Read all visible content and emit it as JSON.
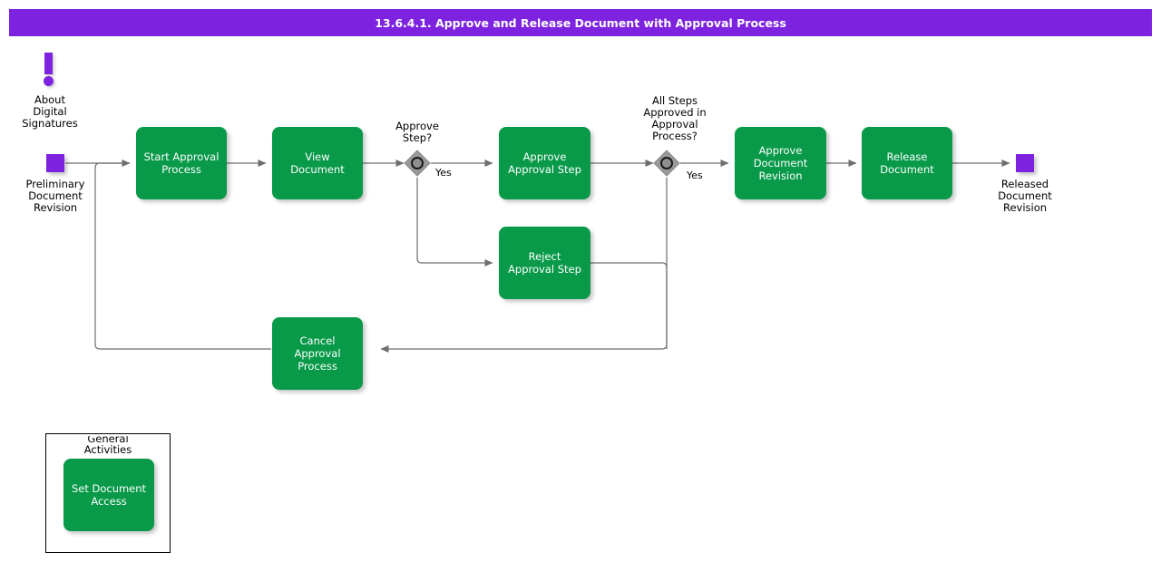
{
  "header": {
    "title": "13.6.4.1. Approve and Release Document with Approval Process",
    "bg_color": "#7d22df",
    "text_color": "#ffffff"
  },
  "colors": {
    "task_green": "#089949",
    "event_purple": "#7d22df",
    "gateway_gray": "#9a9a9a",
    "connector_gray": "#6e6e6e",
    "text_dark": "#000000"
  },
  "annotations": {
    "about_digital_signatures": "About\nDigital\nSignatures",
    "alert_icon_name": "exclamation-icon"
  },
  "events": [
    {
      "id": "preliminary-document-revision",
      "label": "Preliminary\nDocument\nRevision",
      "type": "data-object"
    },
    {
      "id": "released-document-revision",
      "label": "Released\nDocument\nRevision",
      "type": "data-object"
    }
  ],
  "tasks": [
    {
      "id": "start-approval-process",
      "label": "Start Approval\nProcess"
    },
    {
      "id": "view-document",
      "label": "View Document"
    },
    {
      "id": "approve-approval-step",
      "label": "Approve\nApproval Step"
    },
    {
      "id": "reject-approval-step",
      "label": "Reject Approval\nStep"
    },
    {
      "id": "approve-document-revision",
      "label": "Approve\nDocument\nRevision"
    },
    {
      "id": "release-document",
      "label": "Release\nDocument"
    },
    {
      "id": "cancel-approval-process",
      "label": "Cancel Approval\nProcess"
    }
  ],
  "gateways": [
    {
      "id": "approve-step-gateway",
      "label": "Approve\nStep?",
      "yes_label": "Yes"
    },
    {
      "id": "all-steps-approved-gateway",
      "label": "All Steps\nApproved in\nApproval\nProcess?",
      "yes_label": "Yes"
    }
  ],
  "legend": {
    "title": "General\nActivities",
    "items": [
      {
        "id": "set-document-access",
        "label": "Set Document\nAccess"
      }
    ]
  }
}
